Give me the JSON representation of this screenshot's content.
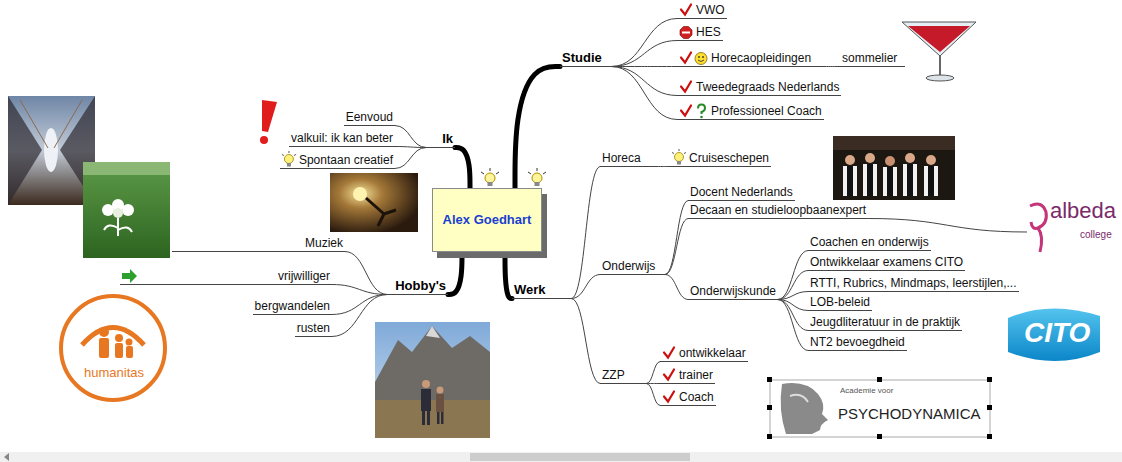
{
  "diagram": {
    "nodes": [
      {
        "text": [
          "Alex Goedhart"
        ]
      },
      {
        "text": [
          "Studie"
        ]
      },
      {
        "text": [
          "VWO"
        ]
      },
      {
        "text": [
          "HES"
        ]
      },
      {
        "text": [
          "Horecaopleidingen"
        ]
      },
      {
        "text": [
          "sommelier"
        ]
      },
      {
        "text": [
          "Tweedegraads Nederlands"
        ]
      },
      {
        "text": [
          "Professioneel Coach"
        ]
      },
      {
        "text": [
          "Ik"
        ]
      },
      {
        "text": [
          "Eenvoud"
        ]
      },
      {
        "text": [
          "valkuil: ik kan beter"
        ]
      },
      {
        "text": [
          "Spontaan creatief"
        ]
      },
      {
        "text": [
          "Hobby's"
        ]
      },
      {
        "text": [
          "Muziek"
        ]
      },
      {
        "text": [
          "vrijwilliger"
        ]
      },
      {
        "text": [
          "bergwandelen"
        ]
      },
      {
        "text": [
          "rusten"
        ]
      },
      {
        "text": [
          "Werk"
        ]
      },
      {
        "text": [
          "Horeca"
        ]
      },
      {
        "text": [
          "Cruiseschepen"
        ]
      },
      {
        "text": [
          "Onderwijs"
        ]
      },
      {
        "text": [
          "Docent Nederlands"
        ]
      },
      {
        "text": [
          "Decaan en studieloopbaanexpert"
        ]
      },
      {
        "text": [
          "Onderwijskunde"
        ]
      },
      {
        "text": [
          "Coachen en onderwijs"
        ]
      },
      {
        "text": [
          "Ontwikkelaar examens CITO"
        ]
      },
      {
        "text": [
          "RTTI, Rubrics, Mindmaps, leerstijlen,..."
        ]
      },
      {
        "text": [
          "LOB-beleid"
        ]
      },
      {
        "text": [
          "Jeugdliteratuur in de praktijk"
        ]
      },
      {
        "text": [
          "NT2 bevoegdheid"
        ]
      },
      {
        "text": [
          "ZZP"
        ]
      },
      {
        "text": [
          "ontwikkelaar"
        ]
      },
      {
        "text": [
          "trainer"
        ]
      },
      {
        "text": [
          "Coach"
        ]
      }
    ],
    "edges": [
      {
        "from": 0,
        "to": 1,
        "arrow": "none"
      },
      {
        "from": 1,
        "to": 2,
        "arrow": "none"
      },
      {
        "from": 1,
        "to": 3,
        "arrow": "none"
      },
      {
        "from": 1,
        "to": 4,
        "arrow": "none"
      },
      {
        "from": 4,
        "to": 5,
        "arrow": "none"
      },
      {
        "from": 1,
        "to": 6,
        "arrow": "none"
      },
      {
        "from": 1,
        "to": 7,
        "arrow": "none"
      },
      {
        "from": 0,
        "to": 8,
        "arrow": "none"
      },
      {
        "from": 8,
        "to": 9,
        "arrow": "none"
      },
      {
        "from": 8,
        "to": 10,
        "arrow": "none"
      },
      {
        "from": 8,
        "to": 11,
        "arrow": "none"
      },
      {
        "from": 0,
        "to": 12,
        "arrow": "none"
      },
      {
        "from": 12,
        "to": 13,
        "arrow": "none"
      },
      {
        "from": 12,
        "to": 14,
        "arrow": "none"
      },
      {
        "from": 12,
        "to": 15,
        "arrow": "none"
      },
      {
        "from": 12,
        "to": 16,
        "arrow": "none"
      },
      {
        "from": 0,
        "to": 17,
        "arrow": "none"
      },
      {
        "from": 17,
        "to": 18,
        "arrow": "none"
      },
      {
        "from": 18,
        "to": 19,
        "arrow": "none"
      },
      {
        "from": 17,
        "to": 20,
        "arrow": "none"
      },
      {
        "from": 20,
        "to": 21,
        "arrow": "none"
      },
      {
        "from": 20,
        "to": 22,
        "arrow": "none"
      },
      {
        "from": 20,
        "to": 23,
        "arrow": "none"
      },
      {
        "from": 23,
        "to": 24,
        "arrow": "none"
      },
      {
        "from": 23,
        "to": 25,
        "arrow": "none"
      },
      {
        "from": 23,
        "to": 26,
        "arrow": "none"
      },
      {
        "from": 23,
        "to": 27,
        "arrow": "none"
      },
      {
        "from": 23,
        "to": 28,
        "arrow": "none"
      },
      {
        "from": 23,
        "to": 29,
        "arrow": "none"
      },
      {
        "from": 17,
        "to": 30,
        "arrow": "none"
      },
      {
        "from": 30,
        "to": 31,
        "arrow": "none"
      },
      {
        "from": 30,
        "to": 32,
        "arrow": "none"
      },
      {
        "from": 30,
        "to": 33,
        "arrow": "none"
      }
    ],
    "labels": [
      "albeda",
      "college",
      "CITO",
      "humanitas",
      "Academie voor",
      "PSYCHODYNAMICA"
    ]
  }
}
